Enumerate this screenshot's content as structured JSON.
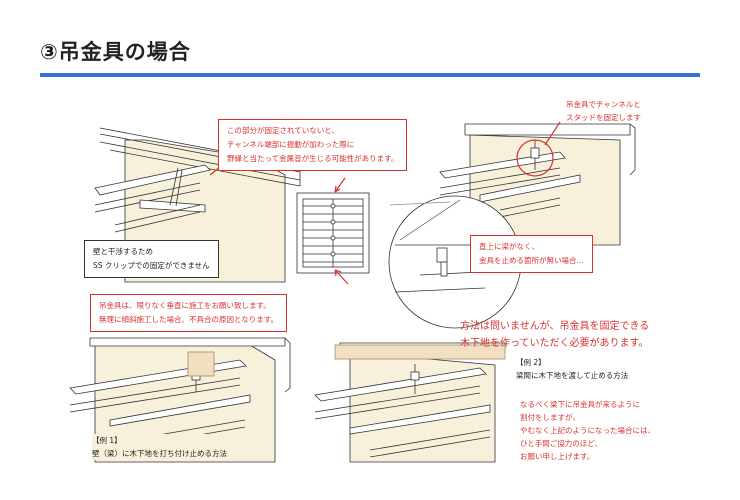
{
  "header": {
    "title": "③吊金具の場合"
  },
  "callouts": {
    "top_warning": [
      "この部分が固定されていないと、",
      "チャンネル端部に振動が加わった際に",
      "野縁と当たって金属音が生じる可能性があります。"
    ],
    "wall_note": [
      "壁と干渉するため",
      "SS クリップでの固定ができません"
    ],
    "hanger_label": [
      "吊金具でチャンネルと",
      "スタッドを固定します"
    ],
    "beam_note": [
      "直上に梁がなく、",
      "金具を止める箇所が無い場合…"
    ],
    "vertical_warning": [
      "吊金具は、限りなく垂直に施工をお願い致します。",
      "無理に傾斜施工した場合、不具合の原因となります。"
    ],
    "solution": [
      "方法は問いませんが、吊金具を固定できる",
      "木下地を作っていただく必要があります。"
    ],
    "example1": [
      "【例 1】",
      "壁（梁）に木下地を打ち付け止める方法"
    ],
    "example2": [
      "【例 2】",
      "梁間に木下地を渡して止める方法"
    ],
    "example2_note": [
      "なるべく梁下に吊金具が来るように",
      "割付をしますが、",
      "やむなく上記のようになった場合には、",
      "ひと手間ご協力のほど、",
      "お願い申し上げます。"
    ]
  },
  "colors": {
    "accent": "#3a6fd0",
    "warning": "#d8322f",
    "wall": "#f7f1dc",
    "wood": "#f2dfc2"
  }
}
